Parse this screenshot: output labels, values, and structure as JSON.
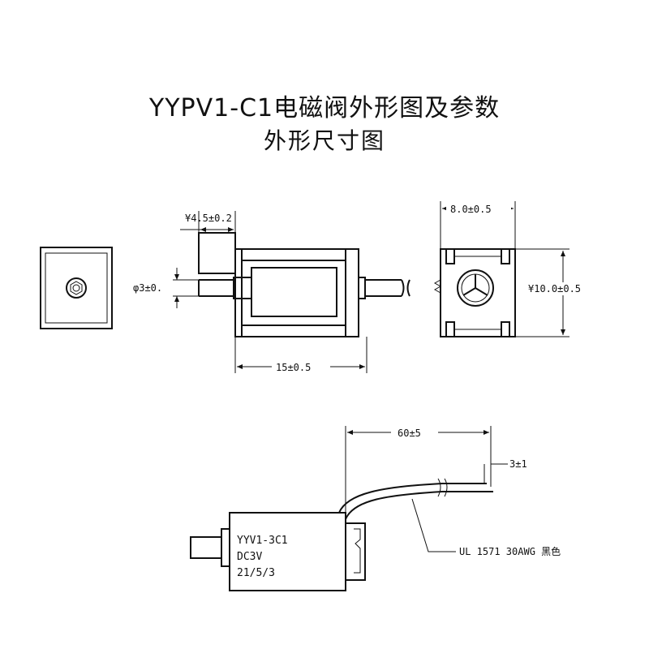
{
  "title": {
    "line1": "YYPV1-C1电磁阀外形图及参数",
    "line2": "外形尺寸图"
  },
  "dimensions": {
    "plunger_length": "¥4.5±0.2",
    "plunger_diameter": "φ3±0.",
    "body_length": "15±0.5",
    "width": "8.0±0.5",
    "height": "¥10.0±0.5",
    "lead_length": "60±5",
    "strip_length": "3±1"
  },
  "label": {
    "model": "YYV1-3C1",
    "voltage": "DC3V",
    "date": "21/5/3"
  },
  "wire_spec": "UL 1571 30AWG 黑色"
}
